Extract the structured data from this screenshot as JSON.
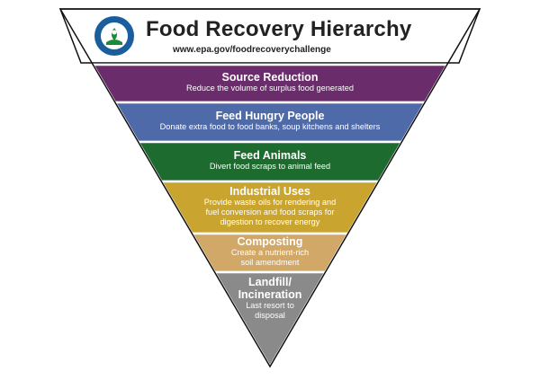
{
  "header": {
    "title": "Food Recovery Hierarchy",
    "url": "www.epa.gov/foodrecoverychallenge"
  },
  "logo": {
    "icon": "epa-seal-icon",
    "color": "#1b5e9c"
  },
  "tiers": [
    {
      "title": "Source Reduction",
      "desc": [
        "Reduce the volume of surplus food generated"
      ],
      "color": "#6a2c6b"
    },
    {
      "title": "Feed Hungry People",
      "desc": [
        "Donate extra food to food banks, soup kitchens and shelters"
      ],
      "color": "#4f6aa8"
    },
    {
      "title": "Feed Animals",
      "desc": [
        "Divert food scraps to animal feed"
      ],
      "color": "#1e6b2f"
    },
    {
      "title": "Industrial Uses",
      "desc": [
        "Provide waste oils for rendering and",
        "fuel conversion and food scraps for",
        "digestion to recover energy"
      ],
      "color": "#c9a52f"
    },
    {
      "title": "Composting",
      "desc": [
        "Create a nutrient-rich",
        "soil amendment"
      ],
      "color": "#d1a868"
    },
    {
      "title": "Landfill/",
      "title2": "Incineration",
      "desc": [
        "Last resort to",
        "disposal"
      ],
      "color": "#8a8a8a"
    }
  ]
}
